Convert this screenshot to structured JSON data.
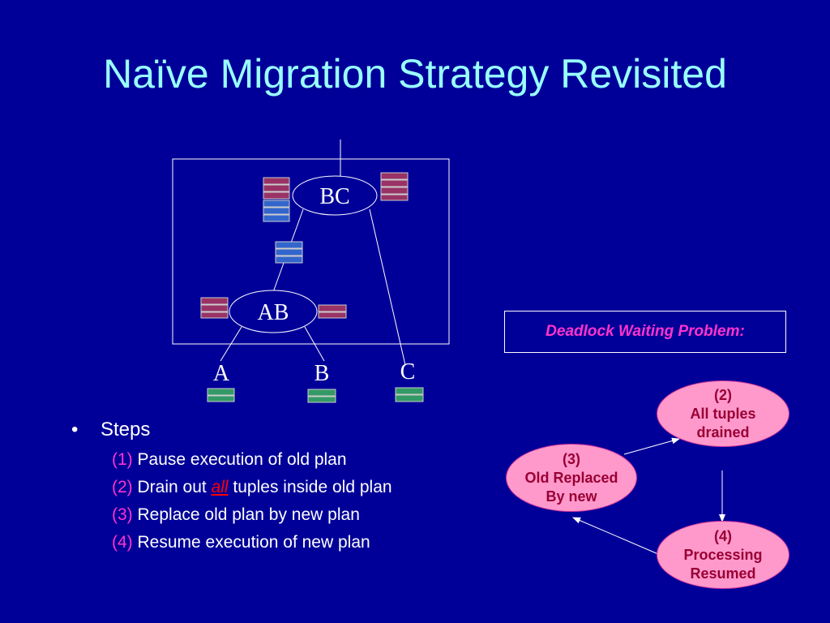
{
  "slide": {
    "title": "Naïve Migration Strategy Revisited"
  },
  "plan": {
    "root_node": "BC",
    "child_node": "AB",
    "leaves": [
      "A",
      "B",
      "C"
    ]
  },
  "colors": {
    "background": "#000099",
    "title": "#99ffff",
    "tuple_red": "#993366",
    "tuple_blue": "#3366cc",
    "tuple_green": "#339966",
    "accent_pink": "#ff33cc",
    "bubble_fill": "#ff99cc",
    "bubble_text": "#990033",
    "emphasis": "#ff0000"
  },
  "steps": {
    "heading": "Steps",
    "items": [
      {
        "num": "(1)",
        "text": "Pause execution of old plan"
      },
      {
        "num": "(2)",
        "pre": "Drain out ",
        "emph": "all",
        "post": " tuples inside old plan"
      },
      {
        "num": "(3)",
        "text": "Replace old plan by new plan"
      },
      {
        "num": "(4)",
        "text": "Resume execution of new plan"
      }
    ]
  },
  "deadlock": {
    "label": "Deadlock Waiting Problem:",
    "states": [
      {
        "num": "(2)",
        "line1": "All tuples",
        "line2": "drained"
      },
      {
        "num": "(3)",
        "line1": "Old Replaced",
        "line2": "By new"
      },
      {
        "num": "(4)",
        "line1": "Processing",
        "line2": "Resumed"
      }
    ]
  }
}
